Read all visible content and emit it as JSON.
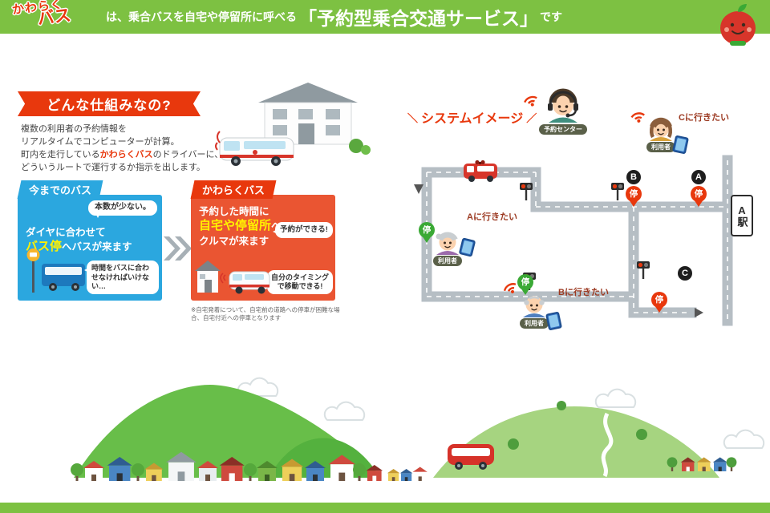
{
  "colors": {
    "header_green": "#7dc142",
    "accent_red": "#e8380d",
    "box_orange": "#ea5532",
    "box_blue": "#2ba7df",
    "highlight_yellow": "#fff100"
  },
  "header": {
    "logo_line1": "かわらく",
    "logo_line2": "バス",
    "tagline_pre": "は、乗合バスを自宅や停留所に呼べる",
    "tagline_highlight": "「予約型乗合交通サービス」",
    "tagline_post": "です"
  },
  "how_it_works": {
    "heading": "どんな仕組みなの?",
    "line1": "複数の利用者の予約情報を",
    "line2": "リアルタイムでコンピューターが計算。",
    "line3_pre": "町内を走行している",
    "line3_brand": "かわらくバス",
    "line3_post": "のドライバーに、",
    "line4": "どういうルートで運行するか指示を出します。"
  },
  "comparison": {
    "old_bus": {
      "tab": "今までのバス",
      "bubble_top": "本数が少ない。",
      "line1": "ダイヤに合わせて",
      "line2_highlight": "バス停",
      "line2_rest": "へバスが来ます",
      "bubble_bottom": "時間をバスに合わせなければいけない…"
    },
    "kawaraku_bus": {
      "tab": "かわらくバス",
      "line1": "予約した時間に",
      "line2_highlight": "自宅や停留所",
      "line2_rest": "へ",
      "line3": "クルマが来ます",
      "bubble_top": "予約ができる!",
      "bubble_bottom": "自分のタイミングで移動できる!",
      "footnote": "※自宅発着について、自宅前の道路への停車が困難な場合、自宅付近への停車となります"
    }
  },
  "system_image": {
    "heading": "システムイメージ",
    "heading_mark_left": "＼",
    "heading_mark_right": "／",
    "operator_label": "予約センター",
    "user_label": "利用者",
    "want_a": "Aに行きたい",
    "want_b": "Bに行きたい",
    "want_c": "Cに行きたい",
    "stop_char": "停",
    "badge_a": "A",
    "badge_b": "B",
    "badge_c": "C",
    "station": "A駅"
  }
}
